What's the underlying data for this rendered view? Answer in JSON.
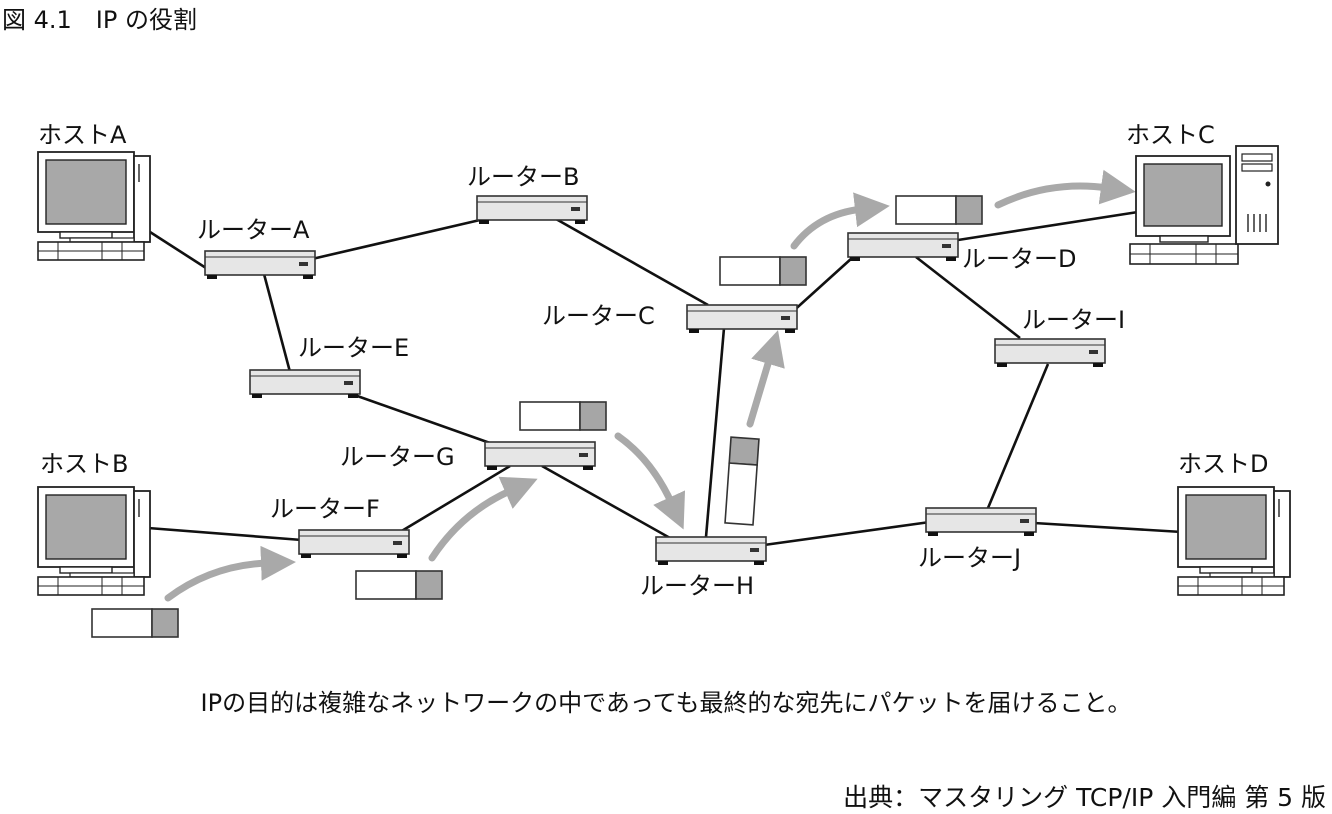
{
  "figure_title": "図 4.1　IP の役割",
  "caption": "IPの目的は複雑なネットワークの中であっても最終的な宛先にパケットを届けること。",
  "source": "出典：マスタリング TCP/IP 入門編 第 5 版",
  "colors": {
    "line": "#111111",
    "router_body": "#e6e6e6",
    "router_stroke": "#333333",
    "arrow": "#a9a9a9",
    "packet_header": "#a6a6a6",
    "monitor_screen": "#a8a8a8"
  },
  "hosts": [
    {
      "id": "A",
      "label": "ホストA",
      "type": "desktop",
      "icon": "computer-icon"
    },
    {
      "id": "B",
      "label": "ホストB",
      "type": "desktop",
      "icon": "computer-icon"
    },
    {
      "id": "C",
      "label": "ホストC",
      "type": "tower",
      "icon": "computer-icon"
    },
    {
      "id": "D",
      "label": "ホストD",
      "type": "desktop",
      "icon": "computer-icon"
    }
  ],
  "routers": [
    {
      "id": "A",
      "label": "ルーターA",
      "icon": "router-icon"
    },
    {
      "id": "B",
      "label": "ルーターB",
      "icon": "router-icon"
    },
    {
      "id": "C",
      "label": "ルーターC",
      "icon": "router-icon"
    },
    {
      "id": "D",
      "label": "ルーターD",
      "icon": "router-icon"
    },
    {
      "id": "E",
      "label": "ルーターE",
      "icon": "router-icon"
    },
    {
      "id": "F",
      "label": "ルーターF",
      "icon": "router-icon"
    },
    {
      "id": "G",
      "label": "ルーターG",
      "icon": "router-icon"
    },
    {
      "id": "H",
      "label": "ルーターH",
      "icon": "router-icon"
    },
    {
      "id": "I",
      "label": "ルーターI",
      "icon": "router-icon"
    },
    {
      "id": "J",
      "label": "ルーターJ",
      "icon": "router-icon"
    }
  ],
  "links": [
    {
      "from": "host:A",
      "to": "router:A"
    },
    {
      "from": "router:A",
      "to": "router:B"
    },
    {
      "from": "router:A",
      "to": "router:E"
    },
    {
      "from": "router:B",
      "to": "router:C"
    },
    {
      "from": "router:E",
      "to": "router:G"
    },
    {
      "from": "router:C",
      "to": "router:D"
    },
    {
      "from": "router:C",
      "to": "router:H"
    },
    {
      "from": "router:D",
      "to": "host:C"
    },
    {
      "from": "router:D",
      "to": "router:I"
    },
    {
      "from": "router:I",
      "to": "router:J"
    },
    {
      "from": "router:G",
      "to": "router:F"
    },
    {
      "from": "router:G",
      "to": "router:H"
    },
    {
      "from": "host:B",
      "to": "router:F"
    },
    {
      "from": "router:H",
      "to": "router:J"
    },
    {
      "from": "router:J",
      "to": "host:D"
    }
  ],
  "packet_route": [
    "host:B",
    "router:F",
    "router:G",
    "router:H",
    "router:C",
    "router:D",
    "host:C"
  ]
}
